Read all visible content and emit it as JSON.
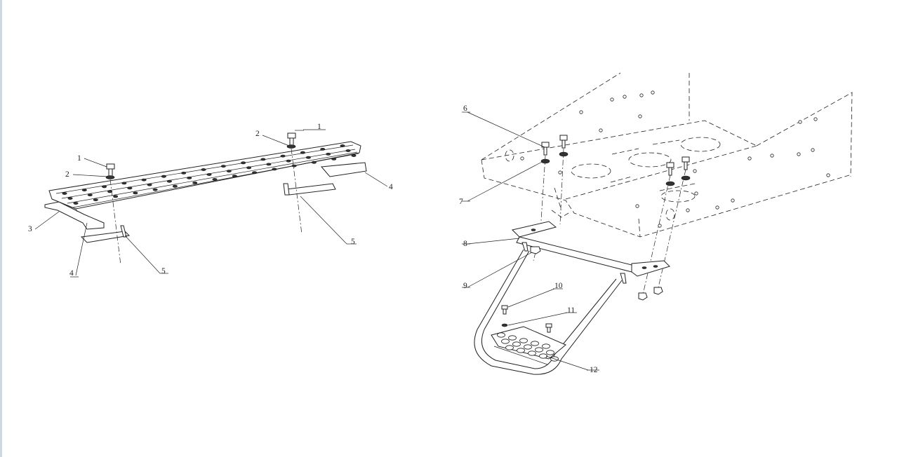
{
  "diagram": {
    "left_assembly": {
      "callouts": [
        "1",
        "2",
        "1",
        "2",
        "3",
        "4",
        "4",
        "5",
        "5"
      ]
    },
    "right_assembly": {
      "callouts": [
        "6",
        "7",
        "8",
        "9",
        "10",
        "11",
        "12"
      ]
    }
  }
}
